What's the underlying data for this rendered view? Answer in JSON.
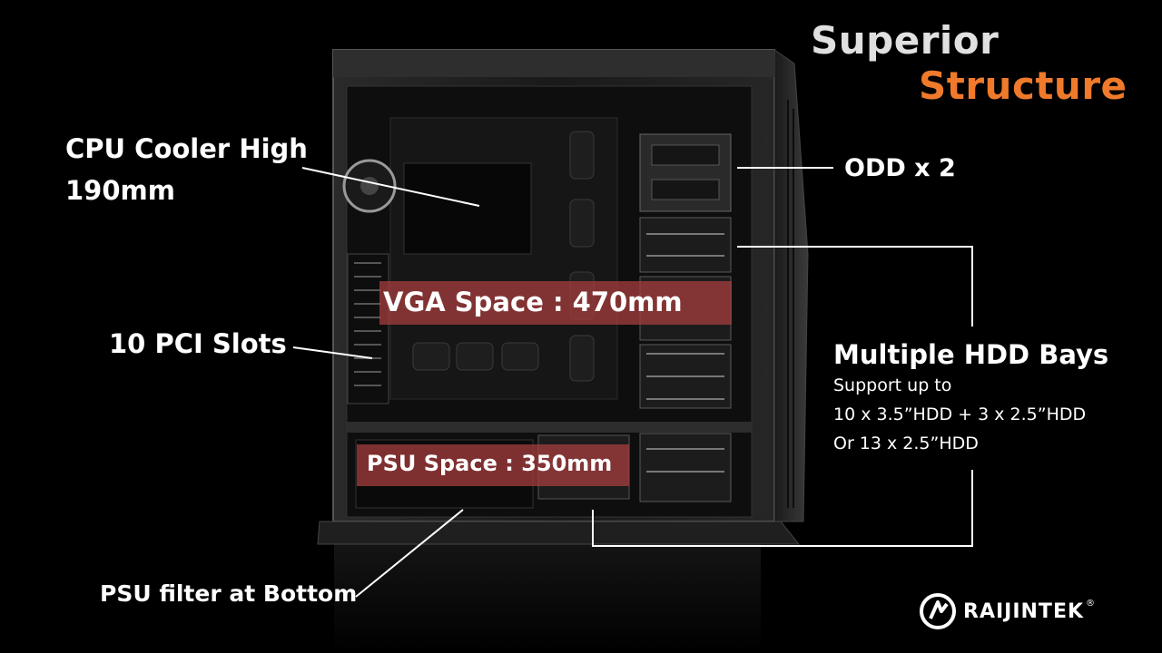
{
  "headline": {
    "line1": "Superior",
    "line2": "Structure"
  },
  "colors": {
    "accent": "#ef7a2b",
    "highlight": "#a63d3d"
  },
  "labels": {
    "cpu_line1": "CPU Cooler High",
    "cpu_line2": "190mm",
    "pci": "10 PCI Slots",
    "vga": "VGA Space : 470mm",
    "psu_space": "PSU Space : 350mm",
    "psu_filter": "PSU filter at Bottom",
    "odd": "ODD x 2",
    "hdd_title": "Multiple HDD Bays",
    "hdd_line1": "Support up to",
    "hdd_line2": "10 x 3.5”HDD + 3 x 2.5”HDD",
    "hdd_line3": "Or 13 x 2.5”HDD"
  },
  "brand": {
    "name": "RAIJINTEK",
    "registered": "®",
    "icon": "raijintek-logo-icon"
  }
}
